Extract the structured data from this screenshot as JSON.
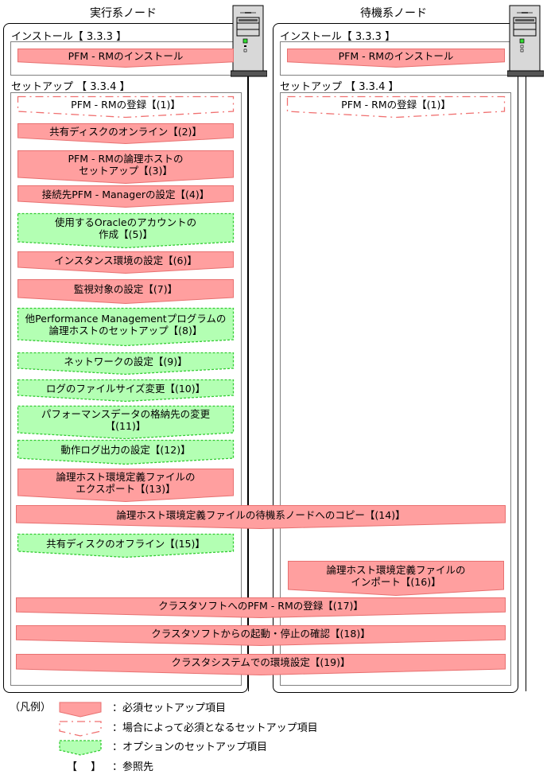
{
  "colors": {
    "required_fill": "#ff9f9f",
    "required_stroke": "#e87070",
    "conditional_stroke": "#f07070",
    "optional_fill": "#b3ffb3",
    "optional_stroke": "#33cc33",
    "box_border": "#808080"
  },
  "nodes": {
    "active": {
      "title": "実行系ノード",
      "install_label": "インストール【 3.3.3 】",
      "setup_label": "セットアップ 【 3.3.4 】",
      "install_step": "PFM - RMのインストール"
    },
    "standby": {
      "title": "待機系ノード",
      "install_label": "インストール【 3.3.3 】",
      "setup_label": "セットアップ 【 3.3.4 】",
      "install_step": "PFM - RMのインストール"
    }
  },
  "steps": [
    {
      "id": 1,
      "text": "PFM - RMの登録【(1)】",
      "type": "conditional",
      "node": "active"
    },
    {
      "id": 1,
      "text": "PFM - RMの登録【(1)】",
      "type": "conditional",
      "node": "standby"
    },
    {
      "id": 2,
      "text": "共有ディスクのオンライン【(2)】",
      "type": "required",
      "node": "active"
    },
    {
      "id": 3,
      "text": "PFM - RMの論理ホストの\nセットアップ【(3)】",
      "type": "required",
      "node": "active"
    },
    {
      "id": 4,
      "text": "接続先PFM - Managerの設定【(4)】",
      "type": "required",
      "node": "active"
    },
    {
      "id": 5,
      "text": "使用するOracleのアカウントの\n作成【(5)】",
      "type": "optional",
      "node": "active"
    },
    {
      "id": 6,
      "text": "インスタンス環境の設定【(6)】",
      "type": "required",
      "node": "active"
    },
    {
      "id": 7,
      "text": "監視対象の設定【(7)】",
      "type": "required",
      "node": "active"
    },
    {
      "id": 8,
      "text": "他Performance Managementプログラムの\n論理ホストのセットアップ【(8)】",
      "type": "optional",
      "node": "active"
    },
    {
      "id": 9,
      "text": "ネットワークの設定【(9)】",
      "type": "optional",
      "node": "active"
    },
    {
      "id": 10,
      "text": "ログのファイルサイズ変更【(10)】",
      "type": "optional",
      "node": "active"
    },
    {
      "id": 11,
      "text": "パフォーマンスデータの格納先の変更\n【(11)】",
      "type": "optional",
      "node": "active"
    },
    {
      "id": 12,
      "text": "動作ログ出力の設定【(12)】",
      "type": "optional",
      "node": "active"
    },
    {
      "id": 13,
      "text": "論理ホスト環境定義ファイルの\nエクスポート【(13)】",
      "type": "required",
      "node": "active"
    },
    {
      "id": 14,
      "text": "論理ホスト環境定義ファイルの待機系ノードへのコピー【(14)】",
      "type": "required",
      "node": "both"
    },
    {
      "id": 15,
      "text": "共有ディスクのオフライン【(15)】",
      "type": "optional",
      "node": "active"
    },
    {
      "id": 16,
      "text": "論理ホスト環境定義ファイルの\nインポート【(16)】",
      "type": "required",
      "node": "standby"
    },
    {
      "id": 17,
      "text": "クラスタソフトへのPFM - RMの登録【(17)】",
      "type": "required",
      "node": "both"
    },
    {
      "id": 18,
      "text": "クラスタソフトからの起動・停止の確認【(18)】",
      "type": "required",
      "node": "both"
    },
    {
      "id": 19,
      "text": "クラスタシステムでの環境設定【(19)】",
      "type": "required",
      "node": "both"
    }
  ],
  "legend": {
    "title": "（凡例）",
    "items": [
      {
        "type": "required",
        "label": "：必須セットアップ項目"
      },
      {
        "type": "conditional",
        "label": "：場合によって必須となるセットアップ項目"
      },
      {
        "type": "optional",
        "label": "：オプションのセットアップ項目"
      },
      {
        "type": "reference",
        "symbol": "【　 】",
        "label": "：参照先"
      }
    ]
  }
}
